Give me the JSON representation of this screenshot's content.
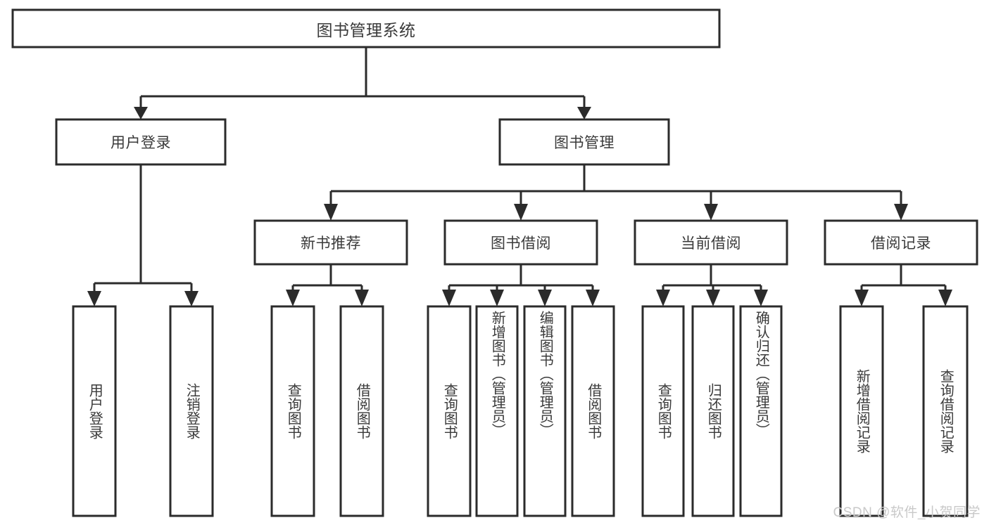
{
  "diagram": {
    "type": "tree-hierarchy",
    "title": "图书管理系统",
    "watermark": "CSDN @软件_小贺同学",
    "colors": {
      "box_stroke": "#2b2b2b",
      "box_fill": "#ffffff",
      "text": "#3a3a3a",
      "connector": "#2b2b2b",
      "watermark": "#c9c9c9",
      "background": "#ffffff"
    },
    "root": {
      "id": "root",
      "label": "图书管理系统",
      "level": 0
    },
    "level1": [
      {
        "id": "user-login",
        "label": "用户登录",
        "level": 1
      },
      {
        "id": "book-manage",
        "label": "图书管理",
        "level": 1
      }
    ],
    "level2": [
      {
        "id": "new-book-rec",
        "label": "新书推荐",
        "parent": "book-manage",
        "level": 2
      },
      {
        "id": "book-borrow",
        "label": "图书借阅",
        "parent": "book-manage",
        "level": 2
      },
      {
        "id": "current-borrow",
        "label": "当前借阅",
        "parent": "book-manage",
        "level": 2
      },
      {
        "id": "borrow-record",
        "label": "借阅记录",
        "parent": "book-manage",
        "level": 2
      }
    ],
    "leaves": [
      {
        "id": "leaf-user-login",
        "label": "用户登录",
        "parent": "user-login",
        "level": 2
      },
      {
        "id": "leaf-user-logout",
        "label": "注销登录",
        "parent": "user-login",
        "level": 2
      },
      {
        "id": "leaf-query-book-1",
        "label": "查询图书",
        "parent": "new-book-rec",
        "level": 3
      },
      {
        "id": "leaf-borrow-book-1",
        "label": "借阅图书",
        "parent": "new-book-rec",
        "level": 3
      },
      {
        "id": "leaf-query-book-2",
        "label": "查询图书",
        "parent": "book-borrow",
        "level": 3
      },
      {
        "id": "leaf-add-book",
        "label": "新增图书（管理员）",
        "parent": "book-borrow",
        "level": 3
      },
      {
        "id": "leaf-edit-book",
        "label": "编辑图书（管理员）",
        "parent": "book-borrow",
        "level": 3
      },
      {
        "id": "leaf-borrow-book-2",
        "label": "借阅图书",
        "parent": "book-borrow",
        "level": 3
      },
      {
        "id": "leaf-query-book-3",
        "label": "查询图书",
        "parent": "current-borrow",
        "level": 3
      },
      {
        "id": "leaf-return-book",
        "label": "归还图书",
        "parent": "current-borrow",
        "level": 3
      },
      {
        "id": "leaf-confirm-return",
        "label": "确认归还（管理员）",
        "parent": "current-borrow",
        "level": 3
      },
      {
        "id": "leaf-add-record",
        "label": "新增借阅记录",
        "parent": "borrow-record",
        "level": 3
      },
      {
        "id": "leaf-query-record",
        "label": "查询借阅记录",
        "parent": "borrow-record",
        "level": 3
      }
    ]
  }
}
